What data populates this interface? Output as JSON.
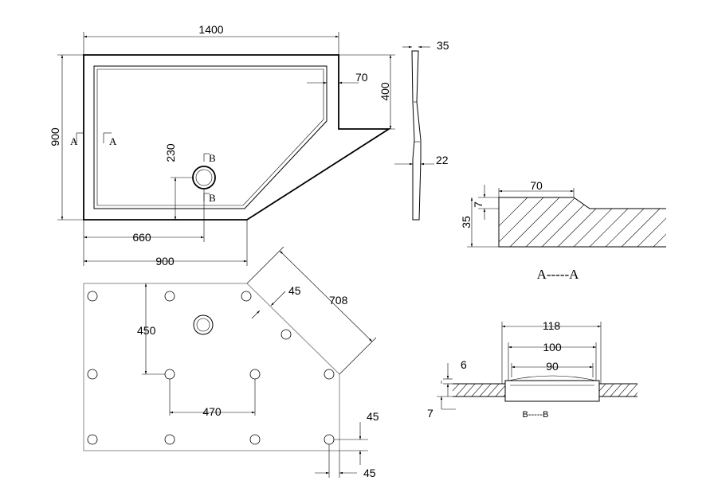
{
  "top_view": {
    "width_label": "1400",
    "height_label": "900",
    "flange_label": "70",
    "side_height_label": "400",
    "drain_offset_y_label": "230",
    "drain_offset_x_label": "660",
    "bottom_width_label": "900",
    "section_a_left": "A",
    "section_a_right": "A",
    "section_b_top": "B",
    "section_b_bottom": "B"
  },
  "side_view": {
    "top_label": "35",
    "bottom_label": "22"
  },
  "bottom_view": {
    "drain_depth_label": "450",
    "diagonal_length_label": "708",
    "diagonal_offset_label": "45",
    "foot_spacing_label": "470",
    "corner_offset_y_label": "45",
    "corner_offset_x_label": "45"
  },
  "section_a": {
    "width_label": "70",
    "step_label": "7",
    "height_label": "35",
    "title": "A-----A"
  },
  "section_b": {
    "outer_label": "118",
    "mid_label": "100",
    "inner_label": "90",
    "top_label": "6",
    "bottom_label": "7",
    "title": "B-----B"
  }
}
